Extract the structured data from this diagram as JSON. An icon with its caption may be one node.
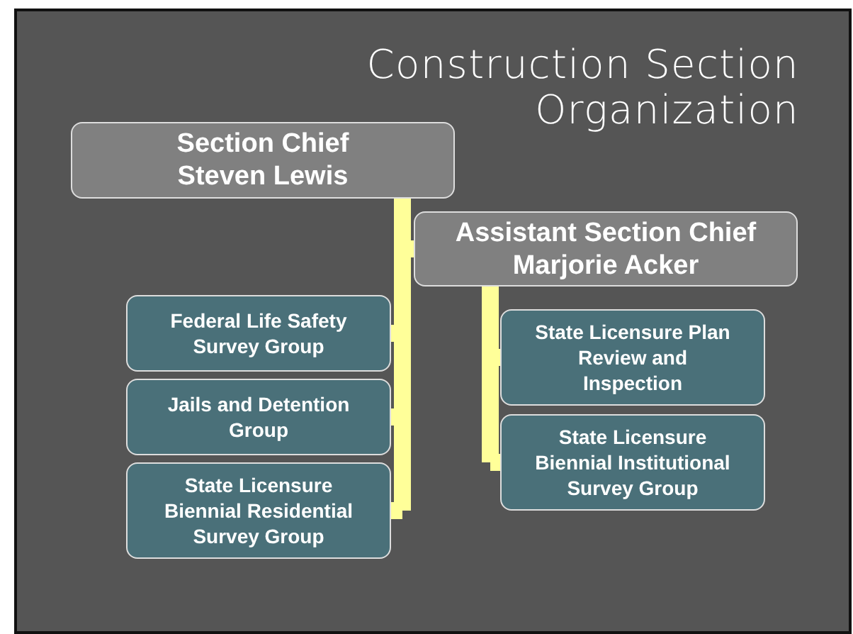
{
  "diagram": {
    "title": "Construction Section Organization",
    "nodes": [
      {
        "text": [
          "Section Chief Steven Lewis"
        ]
      },
      {
        "text": [
          "Assistant Section Chief Marjorie Acker"
        ]
      },
      {
        "text": [
          "Federal Life Safety Survey Group"
        ]
      },
      {
        "text": [
          "Jails and Detention Group"
        ]
      },
      {
        "text": [
          "State Licensure Biennial Residential Survey Group"
        ]
      },
      {
        "text": [
          "State Licensure Plan Review and Inspection"
        ]
      },
      {
        "text": [
          "State Licensure Biennial Institutional Survey Group"
        ]
      }
    ],
    "edges": [
      {
        "from": 0,
        "to": 1,
        "arrow": "none"
      },
      {
        "from": 0,
        "to": 2,
        "arrow": "none"
      },
      {
        "from": 0,
        "to": 3,
        "arrow": "none"
      },
      {
        "from": 0,
        "to": 4,
        "arrow": "none"
      },
      {
        "from": 1,
        "to": 5,
        "arrow": "none"
      },
      {
        "from": 1,
        "to": 6,
        "arrow": "none"
      }
    ]
  }
}
